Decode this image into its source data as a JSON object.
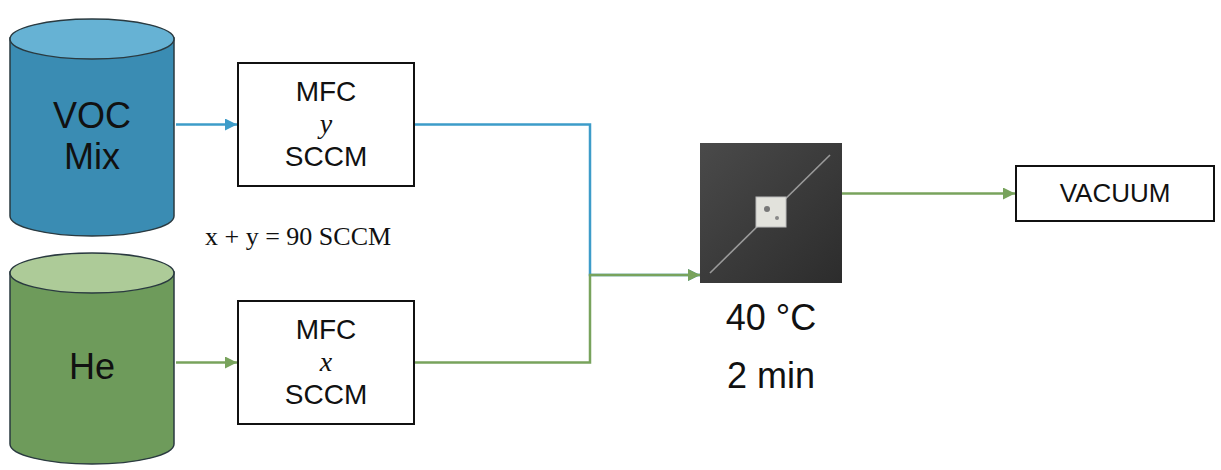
{
  "diagram": {
    "nodes": [
      {
        "text": [
          "VOC Mix"
        ]
      },
      {
        "text": [
          "MFC",
          "y",
          "SCCM"
        ]
      },
      {
        "text": [
          "He"
        ]
      },
      {
        "text": [
          "MFC",
          "x",
          "SCCM"
        ]
      },
      {
        "text": [
          "40 °C",
          "2 min"
        ]
      },
      {
        "text": [
          "VACUUM"
        ]
      }
    ],
    "edges": [
      {
        "from": 0,
        "to": 1,
        "arrow": "to"
      },
      {
        "from": 2,
        "to": 3,
        "arrow": "to"
      },
      {
        "from": 1,
        "to": 4,
        "arrow": "to"
      },
      {
        "from": 3,
        "to": 4,
        "arrow": "to"
      },
      {
        "from": 4,
        "to": 5,
        "arrow": "to"
      }
    ],
    "labels": [
      "x + y = 90 SCCM"
    ]
  }
}
